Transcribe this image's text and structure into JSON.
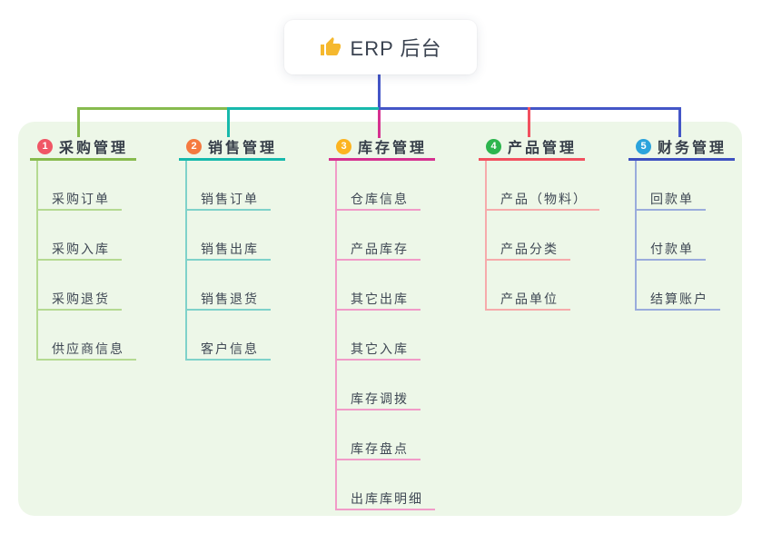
{
  "root": {
    "label": "ERP 后台",
    "icon": "thumbs-up-icon"
  },
  "branches": [
    {
      "num": "1",
      "title": "采购管理",
      "badge_color": "#f05666",
      "line_color": "#87bb4e",
      "child_line_color": "#b5da92",
      "children": [
        "采购订单",
        "采购入库",
        "采购退货",
        "供应商信息"
      ]
    },
    {
      "num": "2",
      "title": "销售管理",
      "badge_color": "#f57a40",
      "line_color": "#17b9ac",
      "child_line_color": "#7fd2ca",
      "children": [
        "销售订单",
        "销售出库",
        "销售退货",
        "客户信息"
      ]
    },
    {
      "num": "3",
      "title": "库存管理",
      "badge_color": "#fcb421",
      "line_color": "#d63190",
      "child_line_color": "#f19bc8",
      "children": [
        "仓库信息",
        "产品库存",
        "其它出库",
        "其它入库",
        "库存调拨",
        "库存盘点",
        "出库库明细"
      ]
    },
    {
      "num": "4",
      "title": "产品管理",
      "badge_color": "#2db54e",
      "line_color": "#f2505f",
      "child_line_color": "#f6abab",
      "children": [
        "产品（物料）",
        "产品分类",
        "产品单位"
      ]
    },
    {
      "num": "5",
      "title": "财务管理",
      "badge_color": "#2ba3dc",
      "line_color": "#3d50c0",
      "child_line_color": "#9aacdc",
      "children": [
        "回款单",
        "付款单",
        "结算账户"
      ]
    }
  ],
  "colors": {
    "panel_background": "#edf7e8",
    "root_connector": "#4456c7",
    "root_text": "#3a4250",
    "child_text": "#3f4854",
    "thumb_icon": "#f5b82e"
  }
}
